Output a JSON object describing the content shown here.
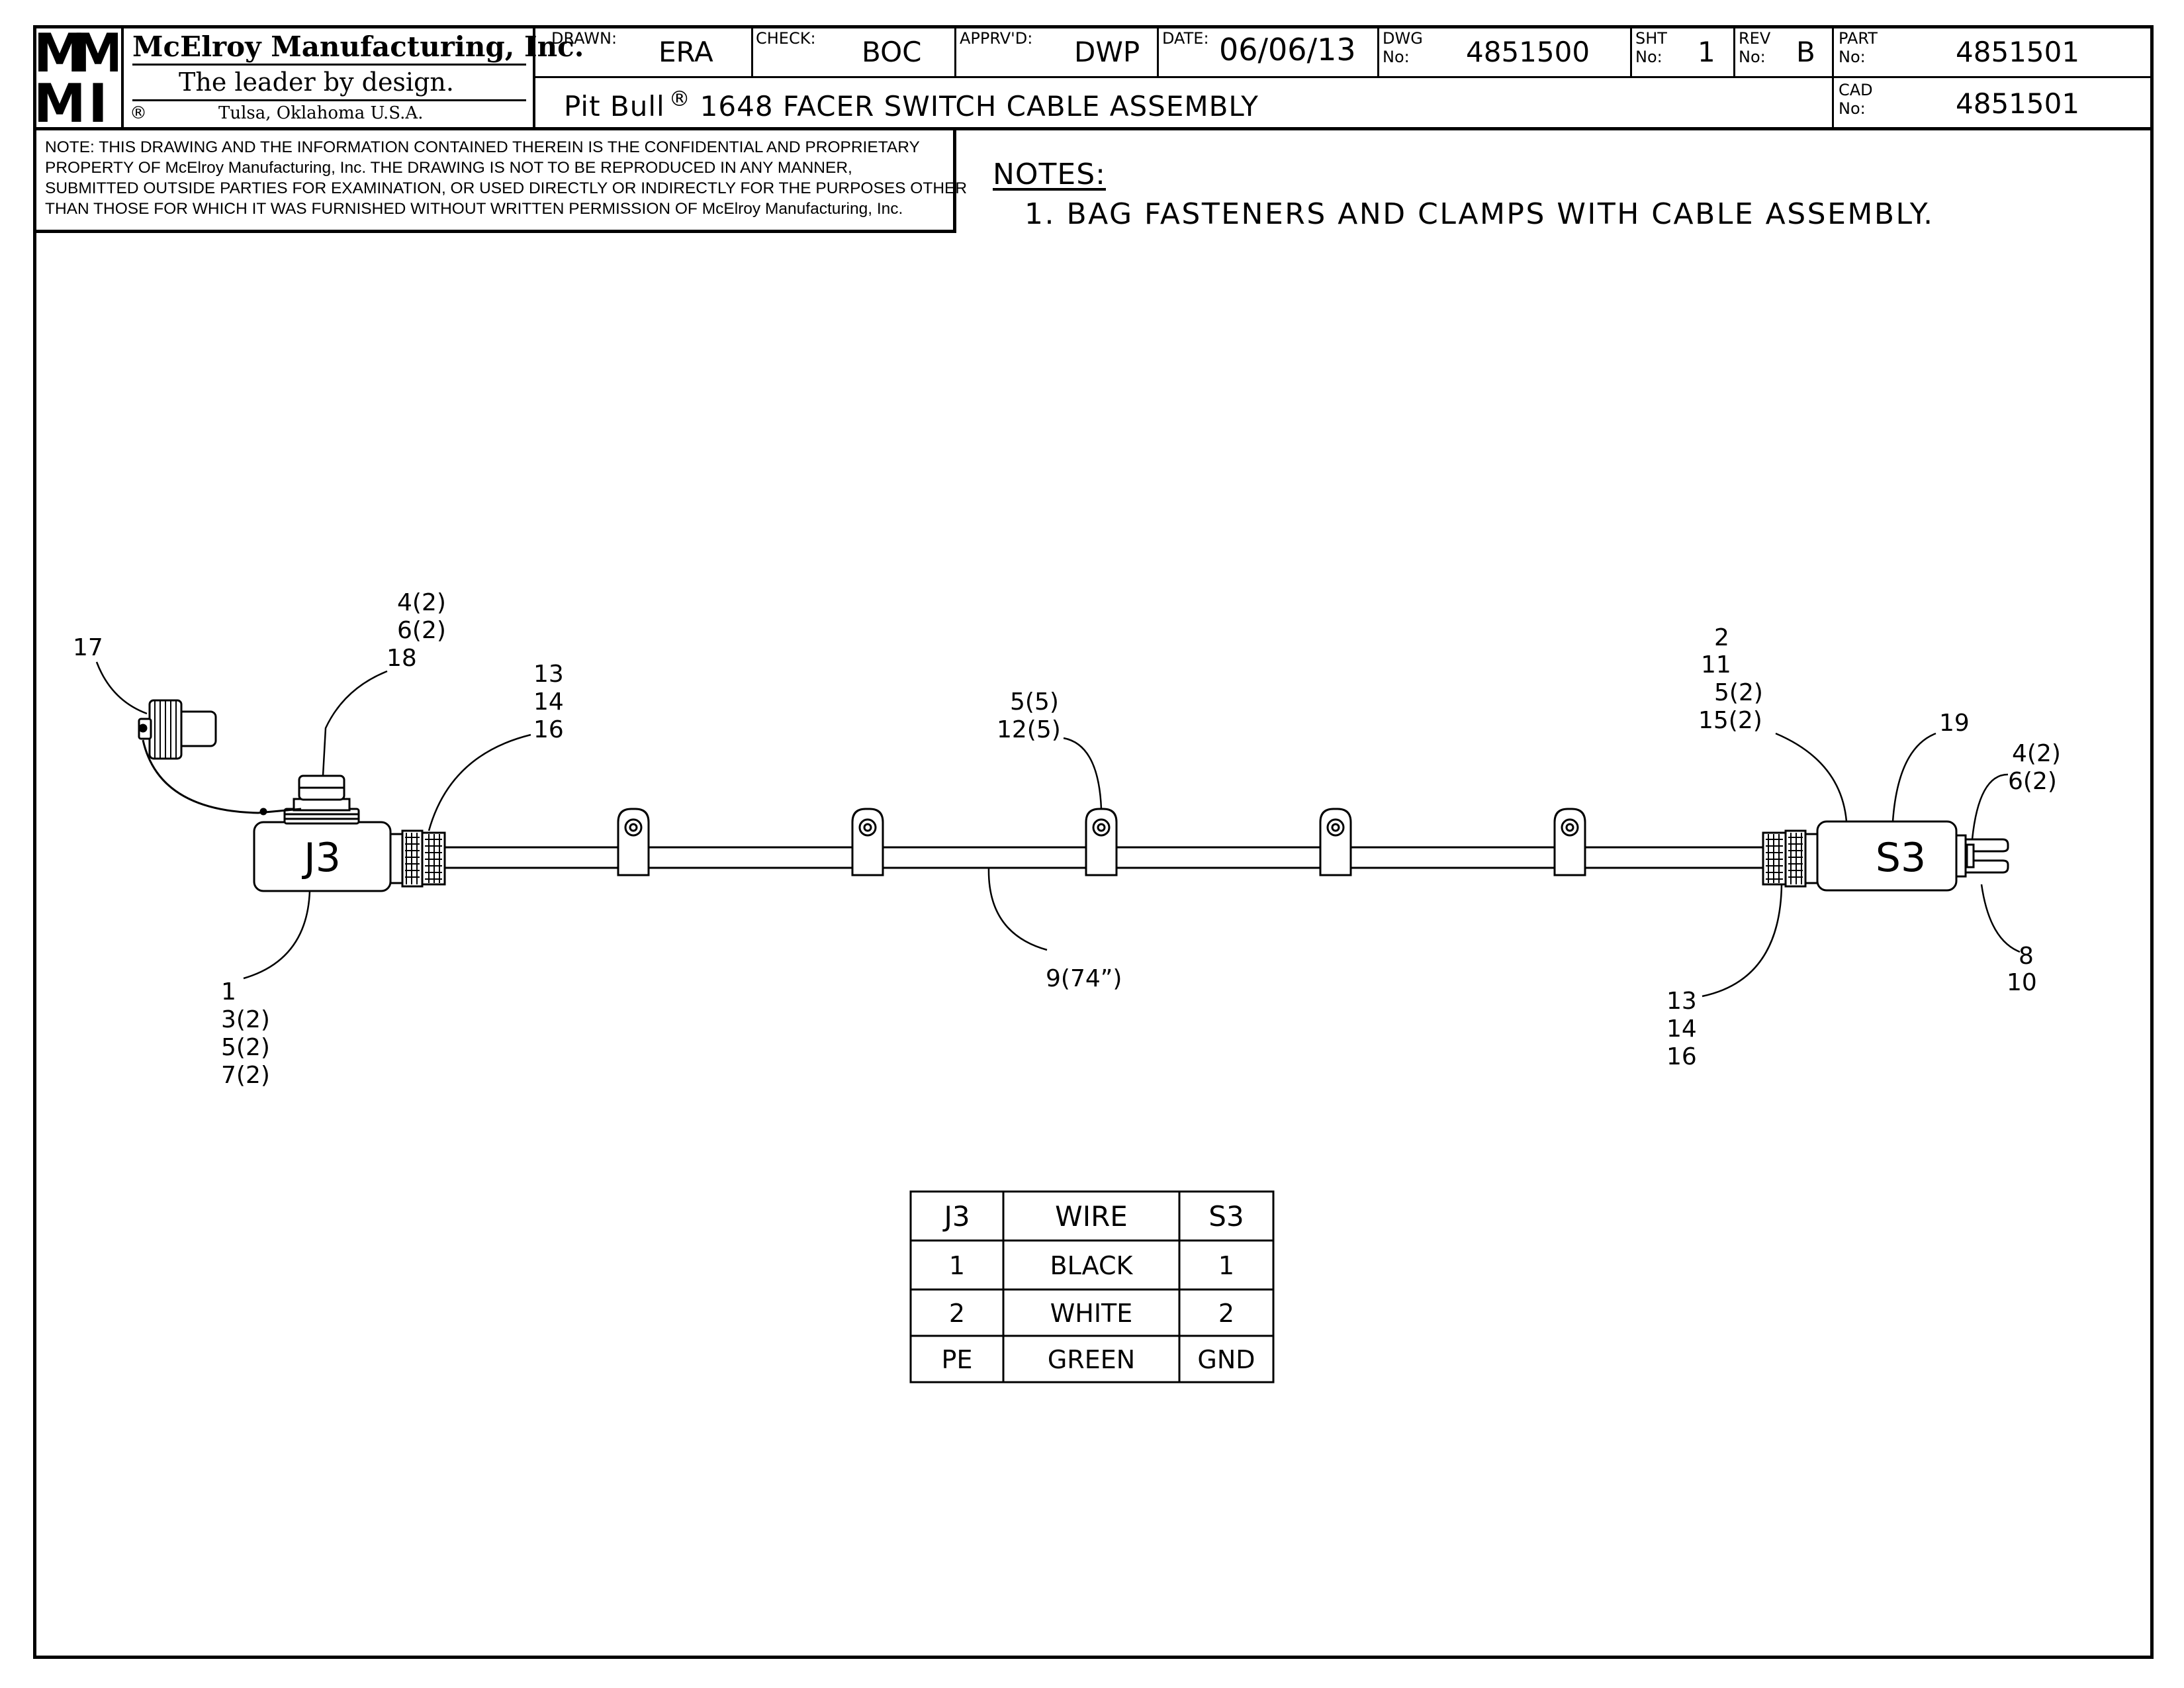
{
  "title_block": {
    "company": "McElroy Manufacturing, Inc.",
    "tagline": "The leader by design.",
    "location": "Tulsa, Oklahoma U.S.A.",
    "registered": "®",
    "logo_letters": [
      "M",
      "M",
      "M",
      "I"
    ],
    "drawn_label": "DRAWN:",
    "drawn": "ERA",
    "check_label": "CHECK:",
    "check": "BOC",
    "approved_label": "APPRV'D:",
    "approved": "DWP",
    "date_label": "DATE:",
    "date": "06/06/13",
    "dwg_label_1": "DWG",
    "dwg_label_2": "No:",
    "dwg_no": "4851500",
    "sht_label_1": "SHT",
    "sht_label_2": "No:",
    "sht_no": "1",
    "rev_label_1": "REV",
    "rev_label_2": "No:",
    "rev_no": "B",
    "part_label_1": "PART",
    "part_label_2": "No:",
    "part_no": "4851501",
    "cad_label_1": "CAD",
    "cad_label_2": "No:",
    "cad_no": "4851501",
    "title_prefix": "Pit Bull",
    "title_reg": "®",
    "title_rest": "1648 FACER SWITCH CABLE ASSEMBLY"
  },
  "confidential_note": [
    "NOTE: THIS DRAWING AND THE INFORMATION CONTAINED THEREIN IS THE CONFIDENTIAL AND PROPRIETARY",
    "PROPERTY OF McElroy Manufacturing, Inc. THE DRAWING IS NOT TO BE REPRODUCED IN ANY MANNER,",
    "SUBMITTED OUTSIDE PARTIES FOR EXAMINATION, OR USED DIRECTLY OR INDIRECTLY FOR THE PURPOSES OTHER",
    "THAN THOSE FOR WHICH IT WAS FURNISHED WITHOUT WRITTEN PERMISSION OF McElroy Manufacturing, Inc."
  ],
  "notes": {
    "heading": "NOTES:",
    "items": [
      "1. BAG FASTENERS AND CLAMPS WITH CABLE ASSEMBLY."
    ]
  },
  "diagram": {
    "j3_label": "J3",
    "s3_label": "S3",
    "callouts": {
      "c17": [
        "17"
      ],
      "c4_6_18": [
        "4(2)",
        "6(2)",
        "18"
      ],
      "c13_left": [
        "13",
        "14",
        "16"
      ],
      "c5_12": [
        "5(5)",
        "12(5)"
      ],
      "c2_11": [
        "2",
        "11",
        "5(2)",
        "15(2)"
      ],
      "c19": [
        "19"
      ],
      "c4_6_right": [
        "4(2)",
        "6(2)"
      ],
      "c8_10": [
        "8",
        "10"
      ],
      "c13_right": [
        "13",
        "14",
        "16"
      ],
      "c9": [
        "9(74”)"
      ],
      "c1": [
        "1",
        "3(2)",
        "5(2)",
        "7(2)"
      ]
    }
  },
  "wire_table": {
    "headers": [
      "J3",
      "WIRE",
      "S3"
    ],
    "rows": [
      [
        "1",
        "BLACK",
        "1"
      ],
      [
        "2",
        "WHITE",
        "2"
      ],
      [
        "PE",
        "GREEN",
        "GND"
      ]
    ]
  }
}
